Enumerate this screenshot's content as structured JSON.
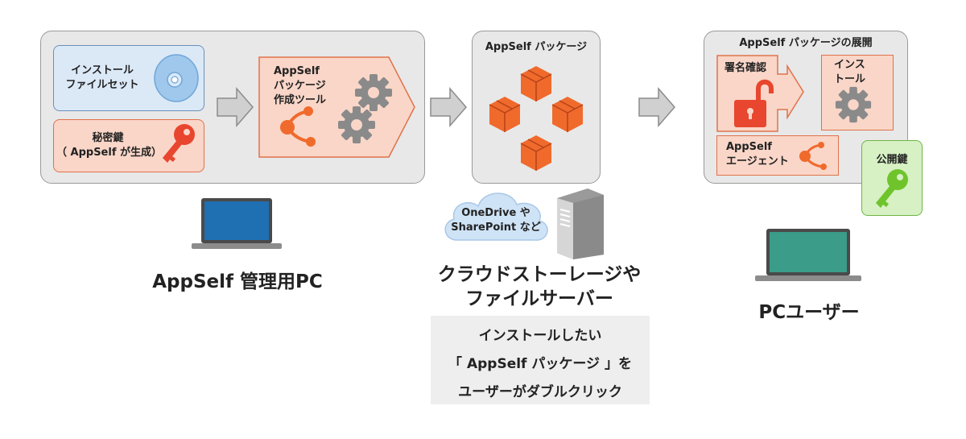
{
  "left_panel": {
    "install_fileset_label": "インストール\nファイルセット",
    "private_key_label": "秘密鍵\n（ AppSelf が生成）",
    "package_tool_label": "AppSelf\nパッケージ\n作成ツール",
    "caption": "AppSelf 管理用PC"
  },
  "middle_panel": {
    "title": "AppSelf パッケージ",
    "cloud_label": "OneDrive や\nSharePoint など",
    "caption": "クラウドストーレージや\nファイルサーバー",
    "note_lines": [
      "インストールしたい",
      "「 AppSelf パッケージ 」を",
      "ユーザーがダブルクリック"
    ]
  },
  "right_panel": {
    "title": "AppSelf パッケージの展開",
    "sign_check_label": "署名確認",
    "install_label": "インス\nトール",
    "agent_label": "AppSelf\nエージェント",
    "public_key_label": "公開鍵",
    "caption": "PCユーザー"
  },
  "colors": {
    "panel_bg": "#e8e8e8",
    "blue_box": "#dbe9f7",
    "salmon_box": "#f9d6c8",
    "orange": "#f06a2c",
    "green_key": "#6fc42c",
    "gear": "#808080",
    "laptop_left": "#1f6fb3",
    "laptop_right": "#3a9c89"
  }
}
